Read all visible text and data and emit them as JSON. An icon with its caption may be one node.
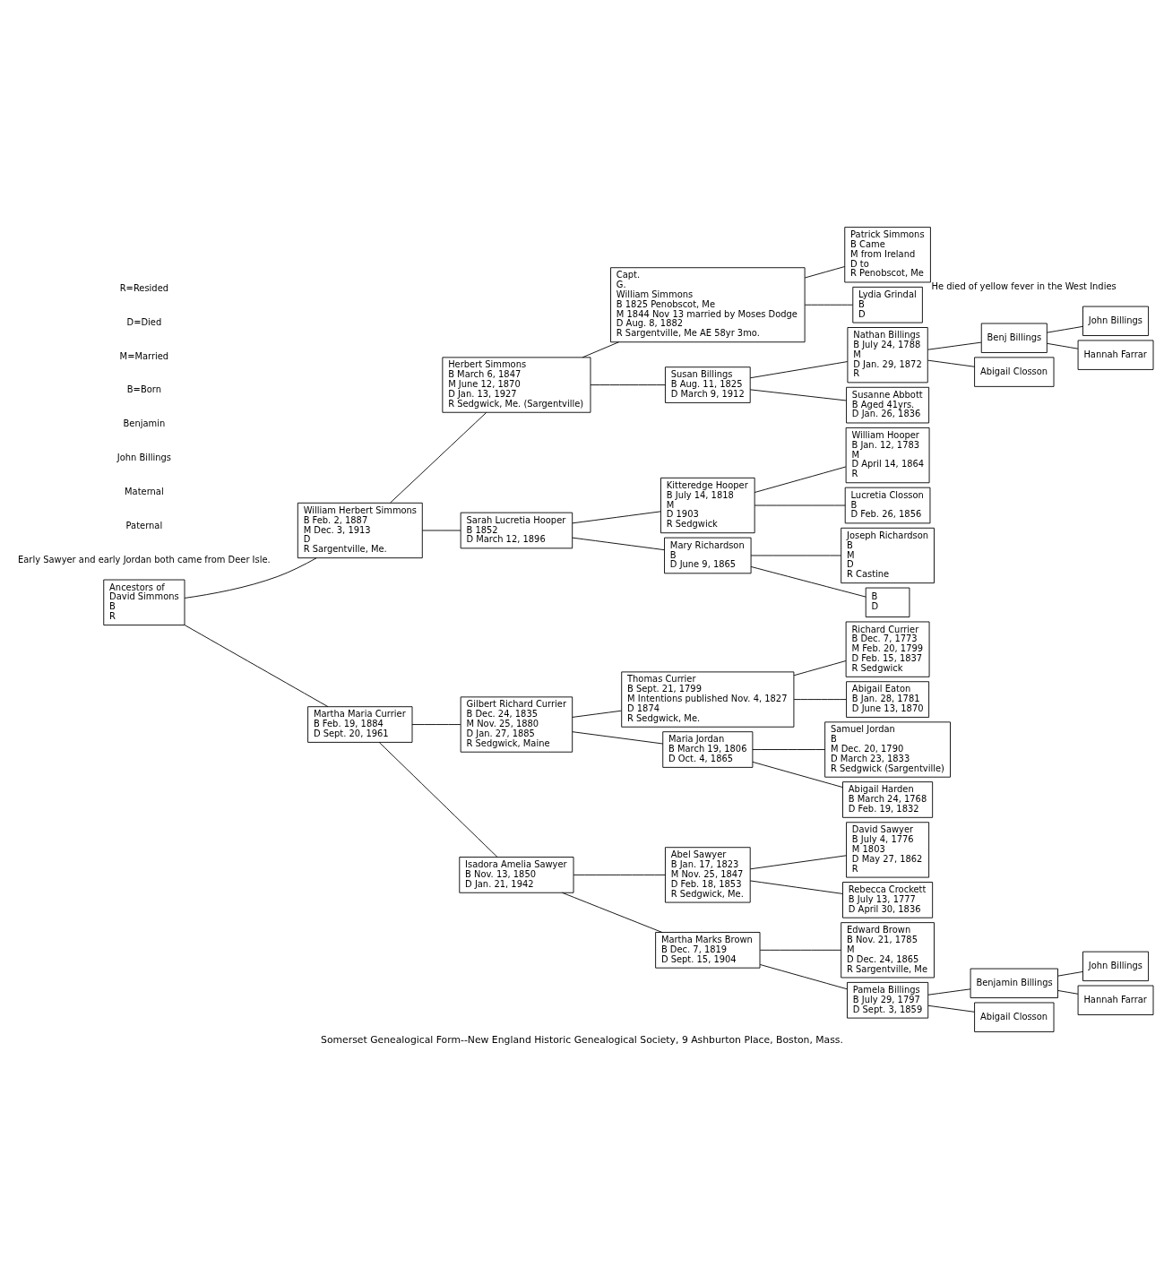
{
  "diagram": {
    "caption": "Somerset Genealogical Form--New England Historic Genealogical Society, 9 Ashburton Place, Boston, Mass.",
    "nodes": [
      {
        "text": [
          "Ancestors of",
          "David Simmons",
          "B",
          "R"
        ]
      },
      {
        "text": [
          "William Herbert Simmons",
          "B Feb. 2, 1887",
          "M Dec. 3, 1913",
          "D",
          "R Sargentville, Me."
        ]
      },
      {
        "text": [
          "Martha Maria Currier",
          "B Feb. 19, 1884",
          "D Sept. 20, 1961"
        ]
      },
      {
        "text": [
          "Herbert Simmons",
          "B March 6, 1847",
          "M June 12, 1870",
          "D Jan. 13, 1927",
          "R Sedgwick, Me. (Sargentville)"
        ]
      },
      {
        "text": [
          "Sarah Lucretia Hooper",
          "B 1852",
          "D March 12, 1896"
        ]
      },
      {
        "text": [
          "Gilbert Richard Currier",
          "B Dec. 24, 1835",
          "M Nov. 25, 1880",
          "D Jan. 27, 1885",
          "R Sedgwick, Maine"
        ]
      },
      {
        "text": [
          "Isadora Amelia Sawyer",
          "B Nov. 13, 1850",
          "D Jan. 21, 1942"
        ]
      },
      {
        "text": [
          "Capt.",
          "G.",
          "William Simmons",
          "B 1825 Penobscot, Me",
          "M 1844 Nov 13 married by Moses Dodge",
          "D Aug. 8, 1882",
          "R Sargentville, Me AE 58yr 3mo."
        ]
      },
      {
        "text": [
          "Susan Billings",
          "B Aug. 11, 1825",
          "D March 9, 1912"
        ]
      },
      {
        "text": [
          "Kitteredge Hooper",
          "B July 14, 1818",
          "M",
          "D 1903",
          "R Sedgwick"
        ]
      },
      {
        "text": [
          "Mary Richardson",
          "B",
          "D June 9, 1865"
        ]
      },
      {
        "text": [
          "Thomas Currier",
          "B Sept. 21, 1799",
          "M Intentions published Nov. 4, 1827",
          "D 1874",
          "R Sedgwick, Me."
        ]
      },
      {
        "text": [
          "Maria Jordan",
          "B March 19, 1806",
          "D Oct. 4, 1865"
        ]
      },
      {
        "text": [
          "Abel Sawyer",
          "B Jan. 17, 1823",
          "M Nov. 25, 1847",
          "D Feb. 18, 1853",
          "R Sedgwick, Me."
        ]
      },
      {
        "text": [
          "Martha Marks Brown",
          "B Dec. 7, 1819",
          "D Sept. 15, 1904"
        ]
      },
      {
        "text": [
          "Patrick Simmons",
          "B Came",
          "M from Ireland",
          "D to",
          "R Penobscot, Me"
        ],
        "beside": [
          "He died of yellow fever in the West Indies"
        ]
      },
      {
        "text": [
          "Lydia Grindal",
          "B",
          "D"
        ]
      },
      {
        "text": [
          "Nathan Billings",
          "B July 24, 1788",
          "M",
          "D Jan. 29, 1872",
          "R"
        ]
      },
      {
        "text": [
          "Susanne Abbott",
          "B Aged 41yrs.",
          "D Jan. 26, 1836"
        ]
      },
      {
        "text": [
          "William Hooper",
          "B Jan. 12, 1783",
          "M",
          "D April 14, 1864",
          "R"
        ]
      },
      {
        "text": [
          "Lucretia Closson",
          "B",
          "D Feb. 26, 1856"
        ]
      },
      {
        "text": [
          "Joseph Richardson",
          "B",
          "M",
          "D",
          "R Castine"
        ]
      },
      {
        "text": [
          "B",
          "D"
        ]
      },
      {
        "text": [
          "Richard Currier",
          "B Dec. 7, 1773",
          "M Feb. 20, 1799",
          "D Feb. 15, 1837",
          "R Sedgwick"
        ]
      },
      {
        "text": [
          "Abigail Eaton",
          "B Jan. 28, 1781",
          "D June 13, 1870"
        ]
      },
      {
        "text": [
          "Samuel Jordan",
          "B",
          "M Dec. 20, 1790",
          "D March 23, 1833",
          "R Sedgwick (Sargentville)"
        ]
      },
      {
        "text": [
          "Abigail Harden",
          "B March 24, 1768",
          "D Feb. 19, 1832"
        ]
      },
      {
        "text": [
          "David Sawyer",
          "B July 4, 1776",
          "M 1803",
          "D May 27, 1862",
          "R"
        ]
      },
      {
        "text": [
          "Rebecca Crockett",
          "B July 13, 1777",
          "D April 30, 1836"
        ]
      },
      {
        "text": [
          "Edward Brown",
          "B Nov. 21, 1785",
          "M",
          "D Dec. 24, 1865",
          "R Sargentville, Me"
        ]
      },
      {
        "text": [
          "Pamela Billings",
          "B July 29, 1797",
          "D Sept. 3, 1859"
        ]
      },
      {
        "text": [
          "Benj Billings"
        ]
      },
      {
        "text": [
          "Abigail Closson"
        ]
      },
      {
        "text": [
          "John Billings"
        ]
      },
      {
        "text": [
          "Hannah Farrar"
        ]
      },
      {
        "text": [
          "Benjamin Billings"
        ]
      },
      {
        "text": [
          "Abigail Closson"
        ]
      },
      {
        "text": [
          "John Billings"
        ]
      },
      {
        "text": [
          "Hannah Farrar"
        ]
      }
    ],
    "edges": [
      {
        "from": 0,
        "to": 1,
        "arrow": "none"
      },
      {
        "from": 0,
        "to": 2,
        "arrow": "none"
      },
      {
        "from": 1,
        "to": 3,
        "arrow": "none"
      },
      {
        "from": 1,
        "to": 4,
        "arrow": "none"
      },
      {
        "from": 2,
        "to": 5,
        "arrow": "none"
      },
      {
        "from": 2,
        "to": 6,
        "arrow": "none"
      },
      {
        "from": 3,
        "to": 7,
        "arrow": "none"
      },
      {
        "from": 3,
        "to": 8,
        "arrow": "none"
      },
      {
        "from": 4,
        "to": 9,
        "arrow": "none"
      },
      {
        "from": 4,
        "to": 10,
        "arrow": "none"
      },
      {
        "from": 5,
        "to": 11,
        "arrow": "none"
      },
      {
        "from": 5,
        "to": 12,
        "arrow": "none"
      },
      {
        "from": 6,
        "to": 13,
        "arrow": "none"
      },
      {
        "from": 6,
        "to": 14,
        "arrow": "none"
      },
      {
        "from": 7,
        "to": 15,
        "arrow": "none"
      },
      {
        "from": 7,
        "to": 16,
        "arrow": "none"
      },
      {
        "from": 8,
        "to": 17,
        "arrow": "none"
      },
      {
        "from": 8,
        "to": 18,
        "arrow": "none"
      },
      {
        "from": 9,
        "to": 19,
        "arrow": "none"
      },
      {
        "from": 9,
        "to": 20,
        "arrow": "none"
      },
      {
        "from": 10,
        "to": 21,
        "arrow": "none"
      },
      {
        "from": 10,
        "to": 22,
        "arrow": "none"
      },
      {
        "from": 11,
        "to": 23,
        "arrow": "none"
      },
      {
        "from": 11,
        "to": 24,
        "arrow": "none"
      },
      {
        "from": 12,
        "to": 25,
        "arrow": "none"
      },
      {
        "from": 12,
        "to": 26,
        "arrow": "none"
      },
      {
        "from": 13,
        "to": 27,
        "arrow": "none"
      },
      {
        "from": 13,
        "to": 28,
        "arrow": "none"
      },
      {
        "from": 14,
        "to": 29,
        "arrow": "none"
      },
      {
        "from": 14,
        "to": 30,
        "arrow": "none"
      },
      {
        "from": 17,
        "to": 31,
        "arrow": "none"
      },
      {
        "from": 17,
        "to": 32,
        "arrow": "none"
      },
      {
        "from": 31,
        "to": 33,
        "arrow": "none"
      },
      {
        "from": 31,
        "to": 34,
        "arrow": "none"
      },
      {
        "from": 30,
        "to": 35,
        "arrow": "none"
      },
      {
        "from": 30,
        "to": 36,
        "arrow": "none"
      },
      {
        "from": 35,
        "to": 37,
        "arrow": "none"
      },
      {
        "from": 35,
        "to": 38,
        "arrow": "none"
      }
    ],
    "labels": [
      "Early Sawyer and early Jordan both came from Deer Isle.",
      "Paternal",
      "Maternal",
      "John Billings",
      "Benjamin",
      "B=Born",
      "M=Married",
      "D=Died",
      "R=Resided"
    ]
  }
}
